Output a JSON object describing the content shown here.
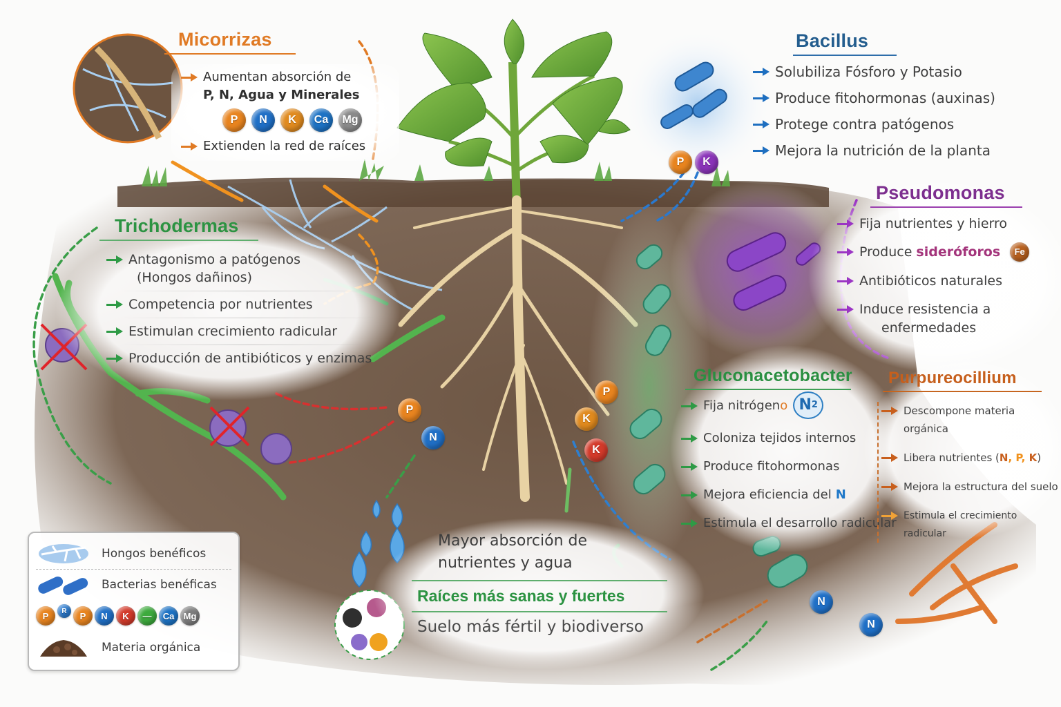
{
  "colors": {
    "micorrizas": "#e07a24",
    "bacillus": "#235d8e",
    "pseudomonas": "#7d2f8f",
    "trichodermas": "#2c9342",
    "gluconacetobacter": "#2a8f41",
    "purpureocillium": "#c65f1c",
    "soil": "#6b5443",
    "root": "#e7cfa0",
    "leaf": "#6fae3c"
  },
  "nutrient_colors": {
    "P": "#e8841f",
    "N": "#1f6fc6",
    "K": "#e08a1e",
    "K_red": "#d33a2a",
    "Ca": "#1c72c4",
    "Mg": "#8a8a8a",
    "R": "#2b7bd0",
    "Fe": "#b8601e",
    "minus": "#3daa3d"
  },
  "micorrizas": {
    "title": "Micorrizas",
    "items": [
      "Aumentan absorción de",
      "P, N, Agua y Minerales",
      "Extienden la red de raíces"
    ],
    "nutrients": [
      "P",
      "N",
      "K",
      "Ca",
      "Mg"
    ]
  },
  "bacillus": {
    "title": "Bacillus",
    "items": [
      "Solubiliza Fósforo y Potasio",
      "Produce fitohormonas (auxinas)",
      "Protege contra patógenos",
      "Mejora la nutrición de la planta"
    ],
    "nutrients": [
      "P",
      "K"
    ]
  },
  "pseudomonas": {
    "title": "Pseudomonas",
    "items": [
      "Fija nutrientes y hierro",
      "Produce",
      "sideróforos",
      "Antibióticos naturales",
      "Induce resistencia a",
      "enfermedades"
    ],
    "iron_badge": "Fe"
  },
  "trichodermas": {
    "title": "Trichodermas",
    "items": [
      "Antagonismo a patógenos",
      "(Hongos dañinos)",
      "Competencia por nutrientes",
      "Estimulan crecimiento radicular",
      "Producción de antibióticos y enzimas"
    ]
  },
  "gluconacetobacter": {
    "title": "Gluconacetobacter",
    "items": [
      "Fija nitrógen",
      "o",
      "Coloniza tejidos internos",
      "Produce fitohormonas",
      "Mejora eficiencia del",
      "N",
      "Estimula el desarrollo radicular"
    ],
    "n2_badge": "N",
    "n2_sub": "2"
  },
  "purpureocillium": {
    "title": "Purpureocillium",
    "items": [
      "Descompone materia orgánica",
      "Libera nutrientes (",
      "N",
      ", ",
      "P",
      ", ",
      "K",
      ")",
      "Mejora la estructura del suelo",
      "Estimula el crecimiento radicular"
    ]
  },
  "summary": {
    "line1a": "Mayor absorción de",
    "line1b": "nutrientes y agua",
    "line2": "Raíces más sanas y fuertes",
    "line3": "Suelo más fértil y biodiverso"
  },
  "root_nutrients": {
    "left": [
      "P",
      "N"
    ],
    "right": [
      "P",
      "K",
      "K"
    ],
    "bottom": [
      "N",
      "N"
    ]
  },
  "legend": {
    "items": [
      "Hongos benéficos",
      "Bacterias benéficas",
      "Materia orgánica"
    ],
    "nutrients": [
      "P",
      "R",
      "P",
      "N",
      "K",
      "—",
      "Ca",
      "Mg"
    ]
  }
}
